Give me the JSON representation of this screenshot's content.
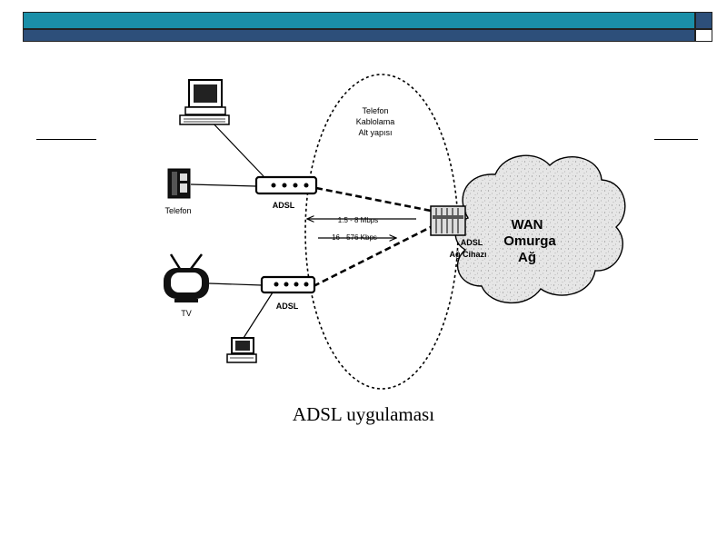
{
  "diagram": {
    "telephone_infra_label": [
      "Telefon",
      "Kablolama",
      "Alt yapısı"
    ],
    "modem_top_label": "ADSL",
    "modem_bottom_label": "ADSL",
    "telephone_label": "Telefon",
    "tv_label": "TV",
    "speed_down": "1.5 - 8 Mbps",
    "speed_up": "16 - 576 Kbps",
    "network_device_label": [
      "ADSL",
      "Ağ Cihazı"
    ],
    "wan_label": [
      "WAN",
      "Omurga",
      "Ağ"
    ]
  },
  "caption": "ADSL uygulaması"
}
